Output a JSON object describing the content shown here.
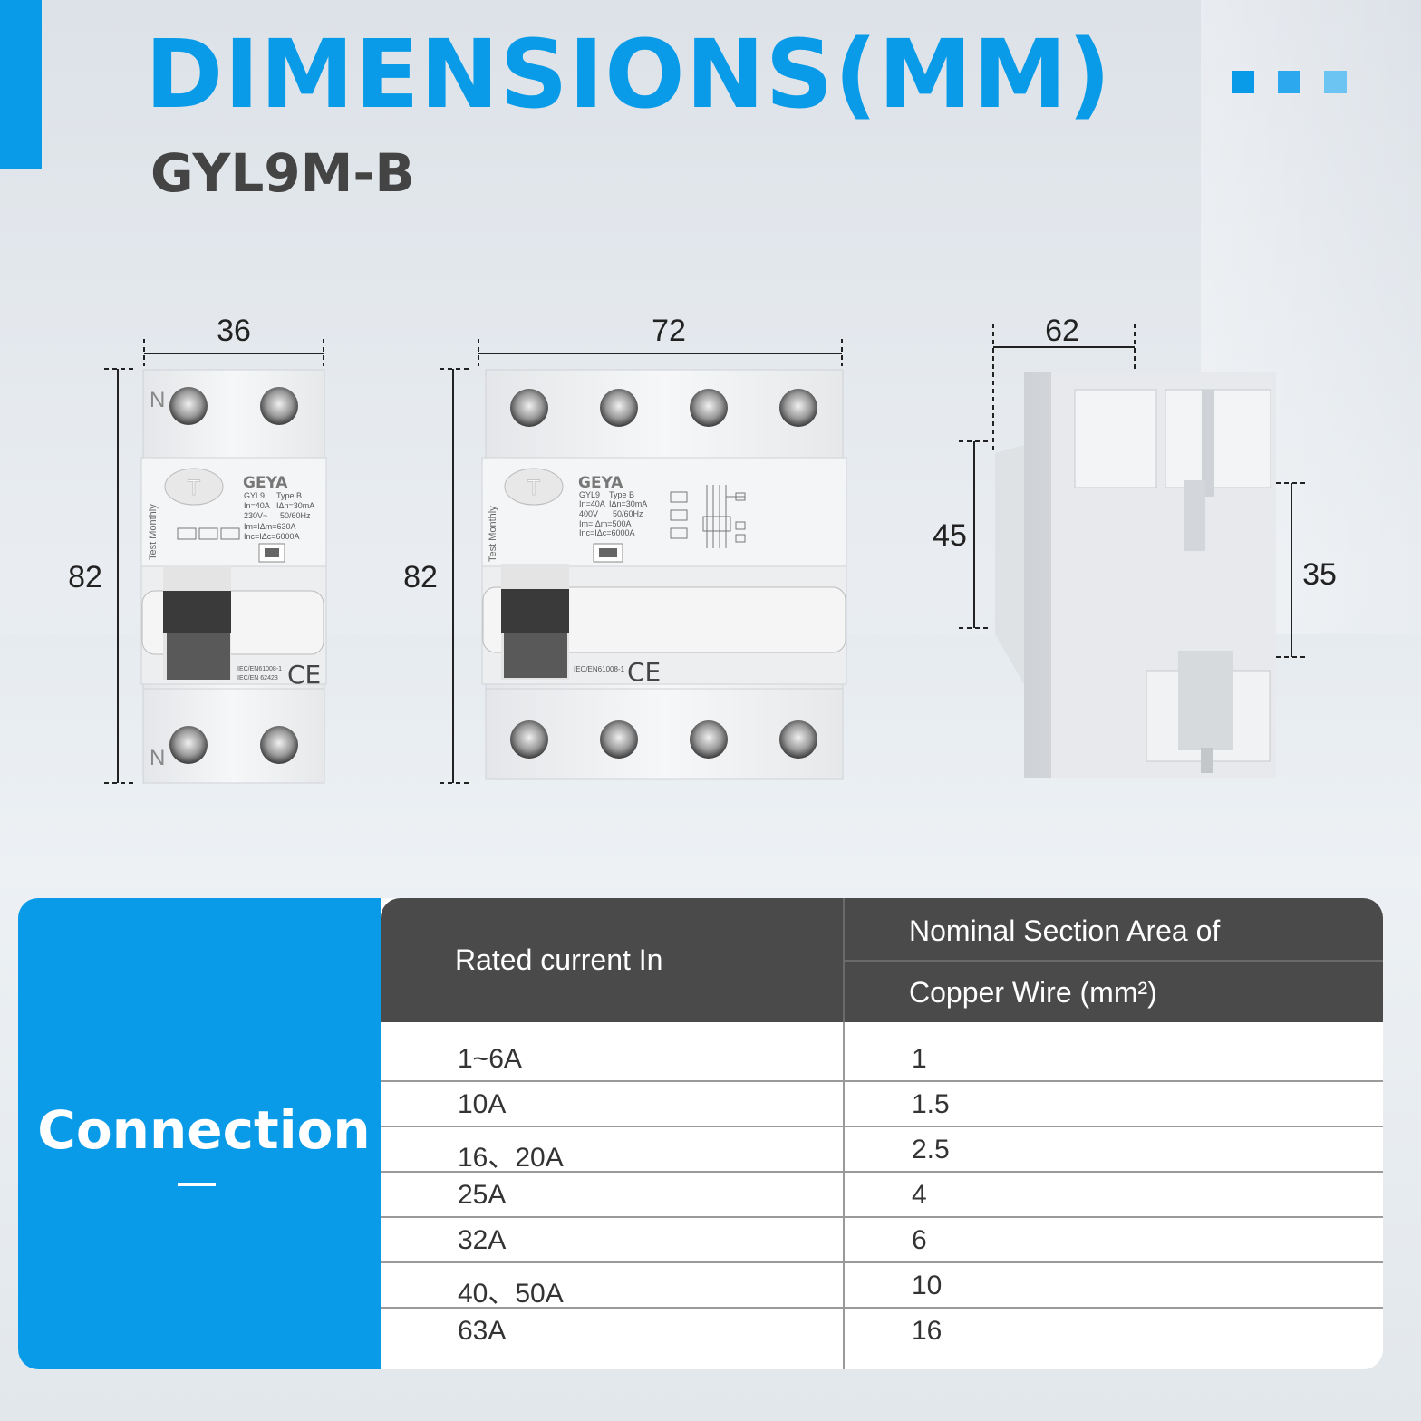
{
  "header": {
    "title": "DIMENSIONS(MM)",
    "model": "GYL9M-B",
    "deco_colors": [
      "#0a9be8",
      "#2ba8ee",
      "#6cc4f3"
    ]
  },
  "dimensions": {
    "two_pole": {
      "width": "36",
      "height": "82"
    },
    "four_pole": {
      "width": "72",
      "height": "82"
    },
    "side": {
      "depth": "62",
      "rail_height": "45",
      "base_height": "35"
    }
  },
  "device_labels": {
    "brand": "GEYA",
    "test_label": "Test Monthly",
    "neutral": "N",
    "test_button": "T",
    "two_pole_spec": [
      "GYL9",
      "Type B",
      "In=40A",
      "IΔn=30mA",
      "230V~",
      "50/60Hz",
      "Im=IΔm=630A",
      "Inc=IΔc=6000A"
    ],
    "two_pole_standard": [
      "IEC/EN61008-1",
      "IEC/EN 62423"
    ],
    "four_pole_spec": [
      "GYL9",
      "Type B",
      "In=40A",
      "IΔn=30mA",
      "400V",
      "50/60Hz",
      "Im=IΔm=500A",
      "Inc=IΔc=6000A"
    ],
    "four_pole_standard": "IEC/EN61008-1",
    "ce_mark": "CE"
  },
  "connection": {
    "title": "Connection",
    "header_current": "Rated current In",
    "header_area_line1": "Nominal Section Area of",
    "header_area_line2": "Copper Wire (mm²)",
    "rows": [
      {
        "current": "1~6A",
        "area": "1"
      },
      {
        "current": "10A",
        "area": "1.5"
      },
      {
        "current": "16、20A",
        "area": "2.5"
      },
      {
        "current": "25A",
        "area": "4"
      },
      {
        "current": "32A",
        "area": "6"
      },
      {
        "current": "40、50A",
        "area": "10"
      },
      {
        "current": "63A",
        "area": "16"
      }
    ]
  }
}
